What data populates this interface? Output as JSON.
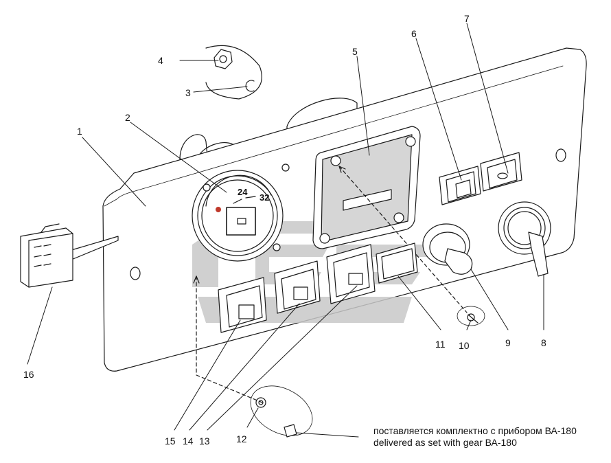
{
  "diagram": {
    "callouts": [
      {
        "id": "1",
        "label": "1"
      },
      {
        "id": "2",
        "label": "2"
      },
      {
        "id": "3",
        "label": "3"
      },
      {
        "id": "4",
        "label": "4"
      },
      {
        "id": "5",
        "label": "5"
      },
      {
        "id": "6",
        "label": "6"
      },
      {
        "id": "7",
        "label": "7"
      },
      {
        "id": "8",
        "label": "8"
      },
      {
        "id": "9",
        "label": "9"
      },
      {
        "id": "10",
        "label": "10"
      },
      {
        "id": "11",
        "label": "11"
      },
      {
        "id": "12",
        "label": "12"
      },
      {
        "id": "13",
        "label": "13"
      },
      {
        "id": "14",
        "label": "14"
      },
      {
        "id": "15",
        "label": "15"
      },
      {
        "id": "16",
        "label": "16"
      }
    ],
    "gauge_scale": {
      "mark_24": "24",
      "mark_32": "32"
    },
    "note_ru": "поставляется комплектно с прибором ВА-180",
    "note_en": "delivered as set with gear  ВА-180"
  },
  "colors": {
    "line": "#1a1a1a",
    "fill": "#ffffff",
    "watermark": "#c8c8c8",
    "accent_mark": "#c0392b"
  }
}
